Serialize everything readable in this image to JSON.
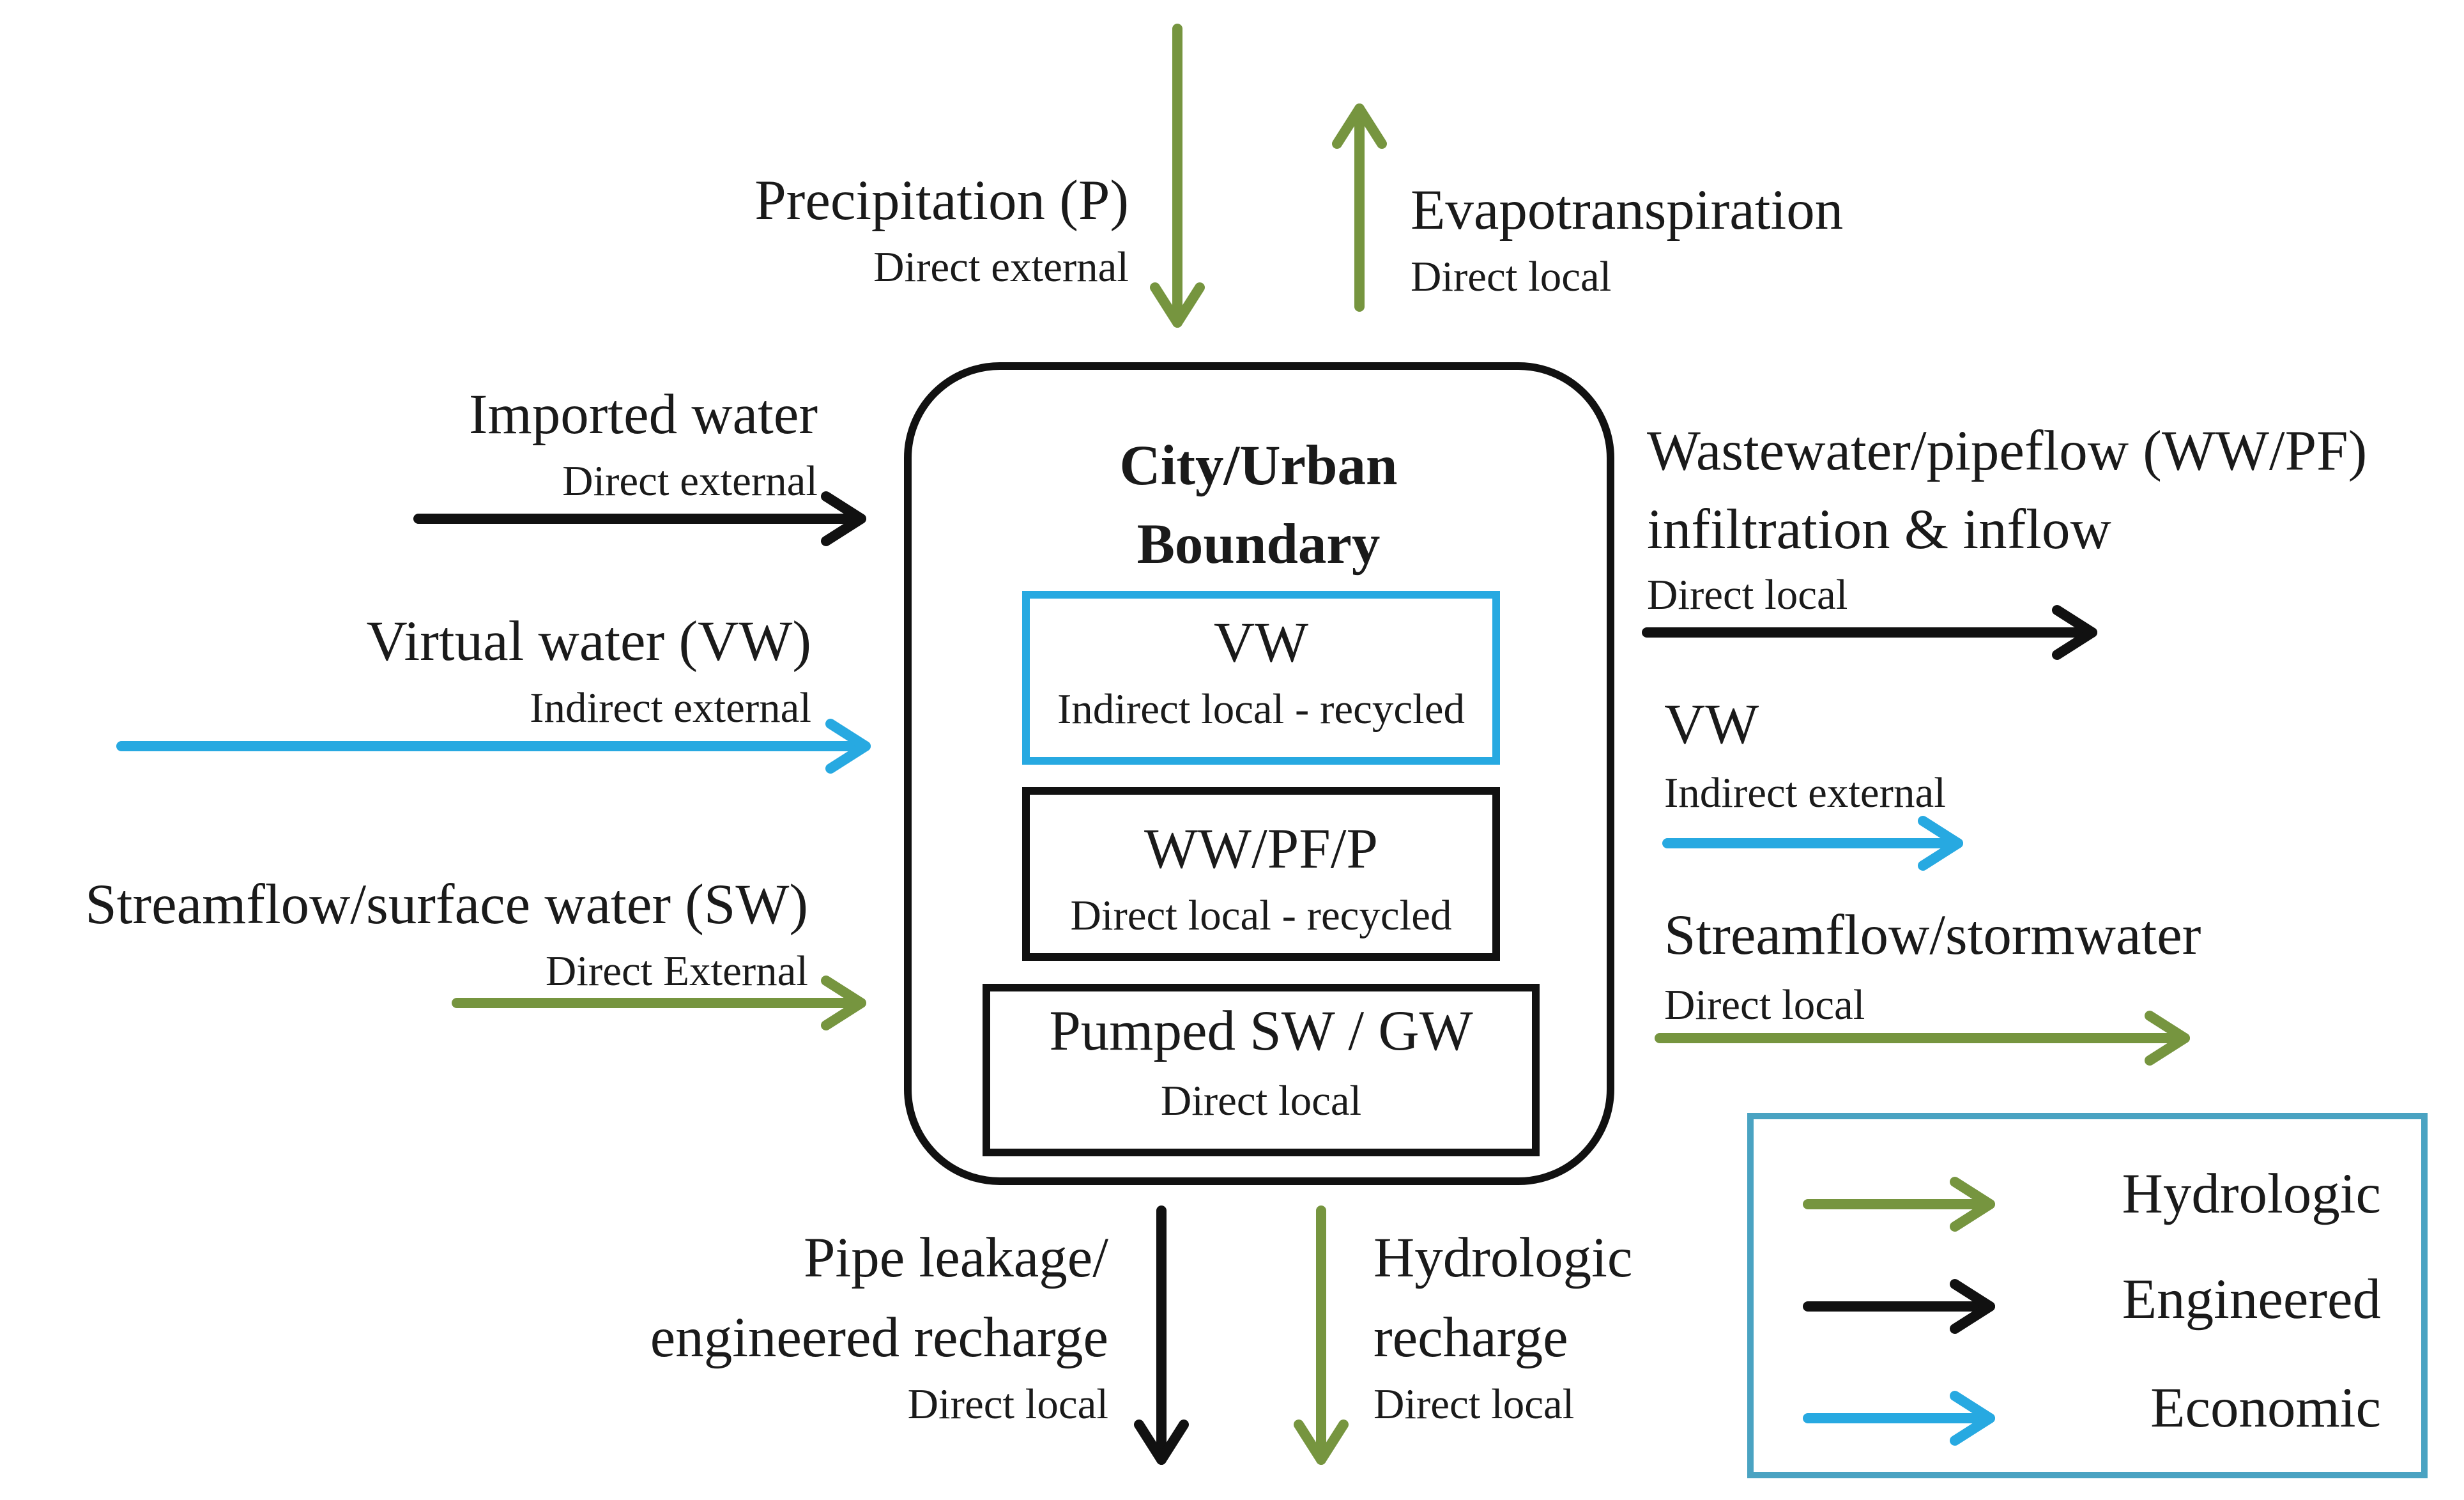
{
  "colors": {
    "hydrologic": "#76953f",
    "engineered": "#111111",
    "economic": "#27a9e1",
    "legend_border": "#4aa3c2"
  },
  "boundary": {
    "title_line1": "City/Urban",
    "title_line2": "Boundary"
  },
  "internal_boxes": [
    {
      "name": "VW",
      "detail": "Indirect local - recycled",
      "type": "economic"
    },
    {
      "name": "WW/PF/P",
      "detail": "Direct local - recycled",
      "type": "engineered"
    },
    {
      "name": "Pumped SW / GW",
      "detail": "Direct local",
      "type": "engineered"
    }
  ],
  "flows": {
    "precipitation": {
      "label": "Precipitation (P)",
      "detail": "Direct external",
      "type": "hydrologic",
      "direction": "in"
    },
    "evapotranspiration": {
      "label": "Evapotranspiration",
      "detail": "Direct local",
      "type": "hydrologic",
      "direction": "out"
    },
    "imported_water": {
      "label": "Imported water",
      "detail": "Direct external",
      "type": "engineered",
      "direction": "in"
    },
    "virtual_water_in": {
      "label": "Virtual water (VW)",
      "detail": "Indirect external",
      "type": "economic",
      "direction": "in"
    },
    "streamflow_in": {
      "label": "Streamflow/surface water (SW)",
      "detail": "Direct External",
      "type": "hydrologic",
      "direction": "in"
    },
    "wastewater_out": {
      "label_line1": "Wastewater/pipeflow (WW/PF)",
      "label_line2": "infiltration & inflow",
      "detail": "Direct local",
      "type": "engineered",
      "direction": "out"
    },
    "virtual_water_out": {
      "label": "VW",
      "detail": "Indirect external",
      "type": "economic",
      "direction": "out"
    },
    "streamflow_out": {
      "label": "Streamflow/stormwater",
      "detail": "Direct local",
      "type": "hydrologic",
      "direction": "out"
    },
    "pipe_leakage": {
      "label_line1": "Pipe leakage/",
      "label_line2": "engineered recharge",
      "detail": "Direct local",
      "type": "engineered",
      "direction": "out"
    },
    "hydrologic_recharge": {
      "label_line1": "Hydrologic",
      "label_line2": "recharge",
      "detail": "Direct local",
      "type": "hydrologic",
      "direction": "out"
    }
  },
  "legend": [
    {
      "label": "Hydrologic",
      "type": "hydrologic"
    },
    {
      "label": "Engineered",
      "type": "engineered"
    },
    {
      "label": "Economic",
      "type": "economic"
    }
  ]
}
